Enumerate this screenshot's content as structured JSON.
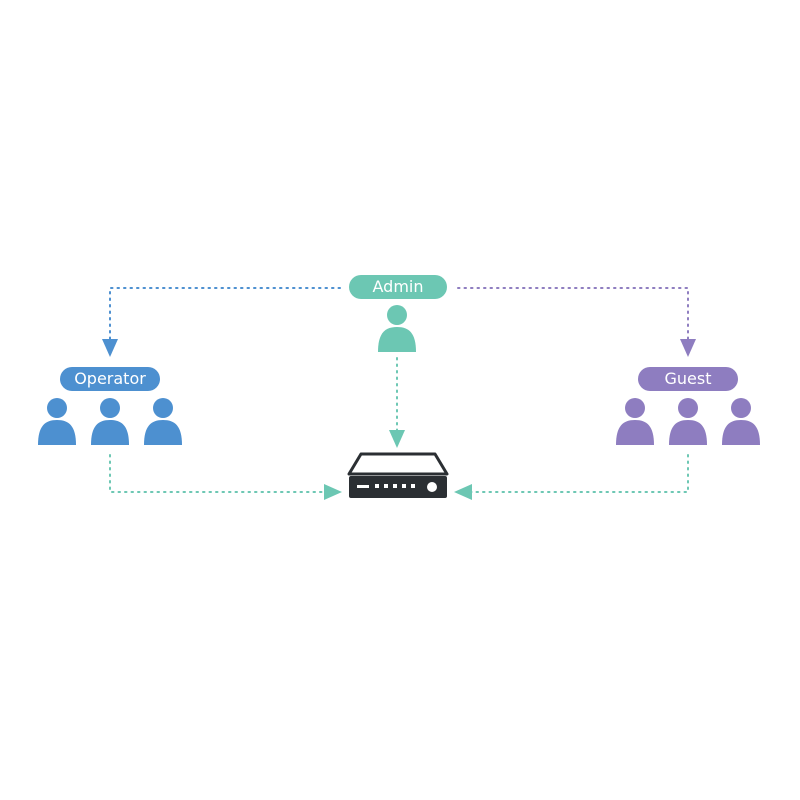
{
  "roles": {
    "admin": {
      "label": "Admin",
      "color": "#6cc7b3",
      "users": 1
    },
    "operator": {
      "label": "Operator",
      "color": "#4d90d0",
      "users": 3
    },
    "guest": {
      "label": "Guest",
      "color": "#8e7dc0",
      "users": 3
    }
  },
  "connector_colors": {
    "admin_to_operator": "#4d90d0",
    "admin_to_guest": "#8e7dc0",
    "to_device": "#6cc7b3"
  },
  "device": {
    "icon": "nvr-recorder-icon",
    "color": "#2b2f33"
  }
}
